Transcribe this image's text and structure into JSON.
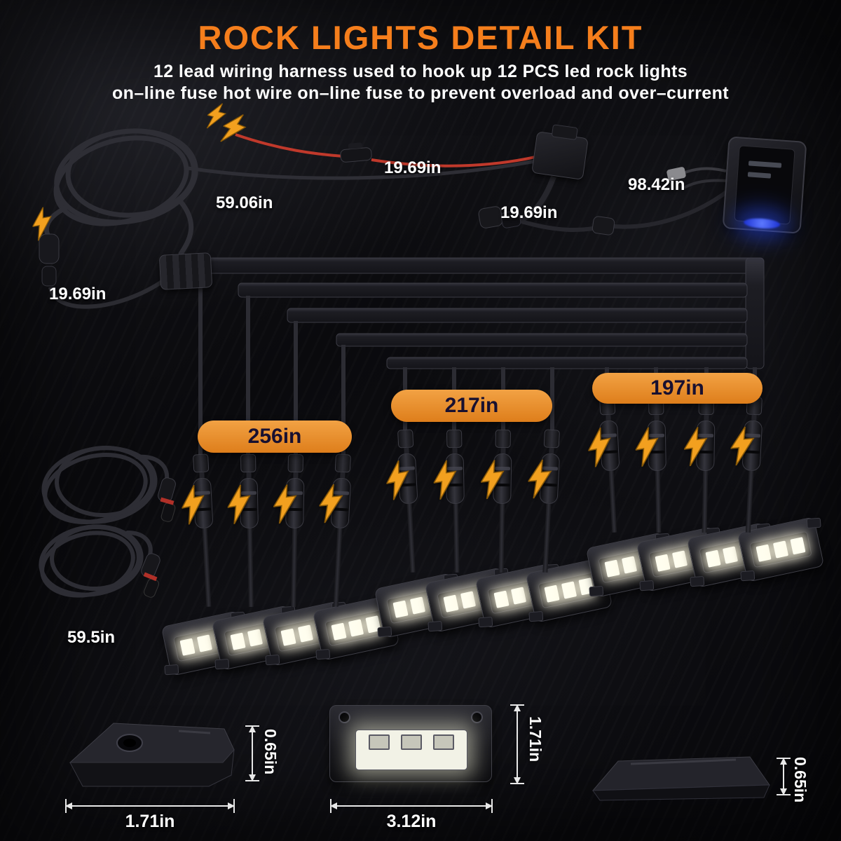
{
  "header": {
    "title": "ROCK LIGHTS DETAIL KIT",
    "subtitle1": "12 lead wiring harness used to hook up 12 PCS led rock lights",
    "subtitle2": "on–line fuse hot wire on–line fuse to prevent overload and over–current"
  },
  "measurements": {
    "coil": "59.06in",
    "fuse_wire": "19.69in",
    "relay_wire": "19.69in",
    "switch_wire": "98.42in",
    "input_lead": "19.69in",
    "extension": "59.5in"
  },
  "branch_lengths": {
    "group1": "256in",
    "group2": "217in",
    "group3": "197in"
  },
  "dimensions": {
    "pod_width": "1.71in",
    "pod_height": "0.65in",
    "pod_front_width": "3.12in",
    "pod_front_height": "1.71in",
    "pod_profile_height": "0.65in"
  },
  "colors": {
    "accent_orange": "#F57E1C",
    "pill_orange": "#E8862A",
    "background": "#0B0B0E",
    "wire_red": "#C0392B",
    "bolt_yellow": "#F2A01F",
    "led_white": "#FFFEF0",
    "switch_blue": "#2A52FF"
  }
}
